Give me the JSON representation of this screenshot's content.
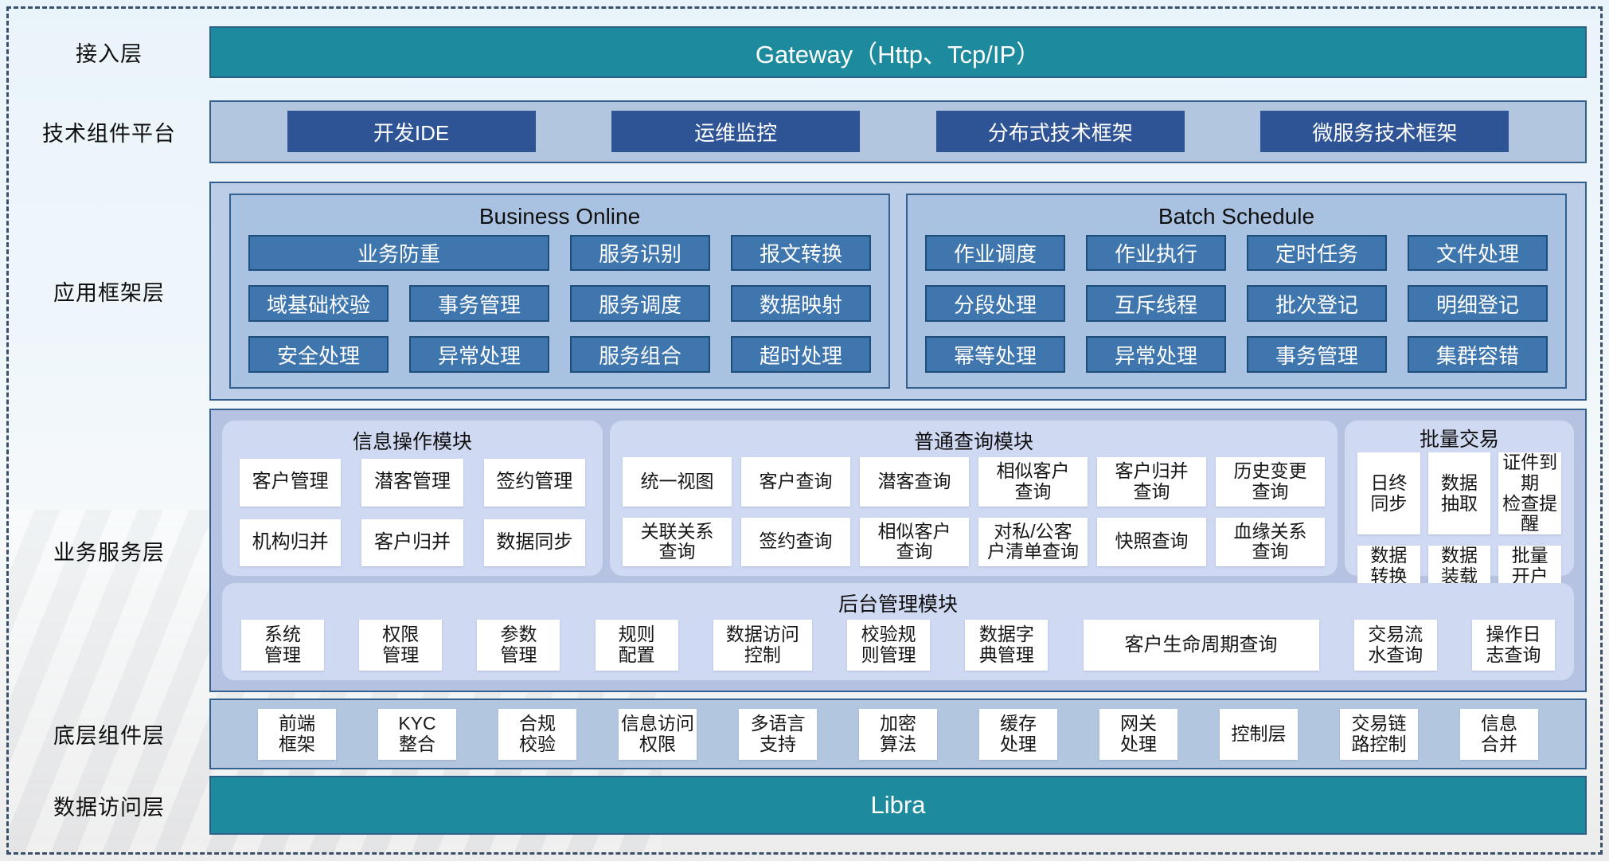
{
  "colors": {
    "teal": "#1d8a9d",
    "navy": "#2f5496",
    "steel": "#3f76ae",
    "panel_blue": "#aac2e1",
    "module_blue": "#cfd9f2"
  },
  "access": {
    "label": "接入层",
    "gateway": "Gateway（Http、Tcp/IP）"
  },
  "tech": {
    "label": "技术组件平台",
    "items": [
      "开发IDE",
      "运维监控",
      "分布式技术框架",
      "微服务技术框架"
    ]
  },
  "framework": {
    "label": "应用框架层",
    "business_online": {
      "title": "Business Online",
      "rows": [
        [
          "业务防重",
          "服务识别",
          "报文转换"
        ],
        [
          "域基础校验",
          "事务管理",
          "服务调度",
          "数据映射"
        ],
        [
          "安全处理",
          "异常处理",
          "服务组合",
          "超时处理"
        ]
      ]
    },
    "batch_schedule": {
      "title": "Batch Schedule",
      "rows": [
        [
          "作业调度",
          "作业执行",
          "定时任务",
          "文件处理"
        ],
        [
          "分段处理",
          "互斥线程",
          "批次登记",
          "明细登记"
        ],
        [
          "幂等处理",
          "异常处理",
          "事务管理",
          "集群容错"
        ]
      ]
    }
  },
  "service": {
    "label": "业务服务层",
    "info_module": {
      "title": "信息操作模块",
      "buttons": [
        "客户管理",
        "潜客管理",
        "签约管理",
        "机构归并",
        "客户归并",
        "数据同步"
      ]
    },
    "query_module": {
      "title": "普通查询模块",
      "buttons": [
        "统一视图",
        "客户查询",
        "潜客查询",
        "相似客户\n查询",
        "客户归并\n查询",
        "历史变更\n查询",
        "关联关系\n查询",
        "签约查询",
        "相似客户\n查询",
        "对私/公客\n户清单查询",
        "快照查询",
        "血缘关系\n查询"
      ]
    },
    "batch_module": {
      "title": "批量交易",
      "buttons": [
        "日终\n同步",
        "数据\n抽取",
        "证件到期\n检查提醒",
        "数据\n转换",
        "数据\n装载",
        "批量\n开户"
      ]
    },
    "admin_module": {
      "title": "后台管理模块",
      "buttons": [
        "系统\n管理",
        "权限\n管理",
        "参数\n管理",
        "规则\n配置",
        "数据访问\n控制",
        "校验规\n则管理",
        "数据字\n典管理",
        "客户生命周期查询",
        "交易流\n水查询",
        "操作日\n志查询"
      ]
    }
  },
  "base": {
    "label": "底层组件层",
    "buttons": [
      "前端\n框架",
      "KYC\n整合",
      "合规\n校验",
      "信息访问\n权限",
      "多语言\n支持",
      "加密\n算法",
      "缓存\n处理",
      "网关\n处理",
      "控制层",
      "交易链\n路控制",
      "信息\n合并"
    ]
  },
  "data_access": {
    "label": "数据访问层",
    "bar": "Libra"
  }
}
